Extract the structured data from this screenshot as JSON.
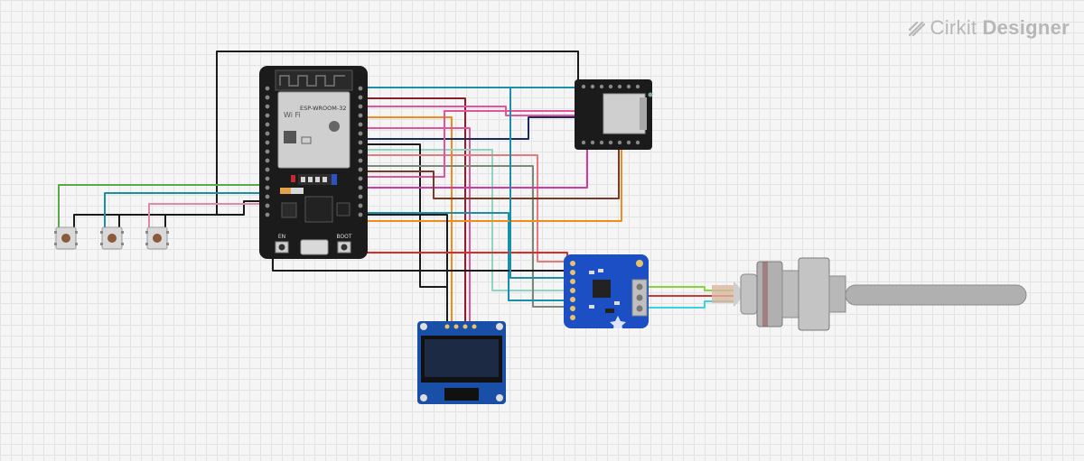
{
  "brand": {
    "name_light": "Cirkit",
    "name_bold": "Designer"
  },
  "esp32": {
    "module_label": "ESP-WROOM-32",
    "boot_label": "BOOT",
    "en_label": "EN"
  },
  "colors": {
    "board_black": "#1b1b1b",
    "adafruit_blue": "#1c4fc4",
    "wire_green": "#5aa84a",
    "wire_teal": "#1b8fa8",
    "wire_pink": "#e2559b",
    "wire_orange": "#f08c1e",
    "wire_red": "#e02a2a",
    "wire_brown": "#7b3a28",
    "wire_mint": "#8fd3c2"
  }
}
